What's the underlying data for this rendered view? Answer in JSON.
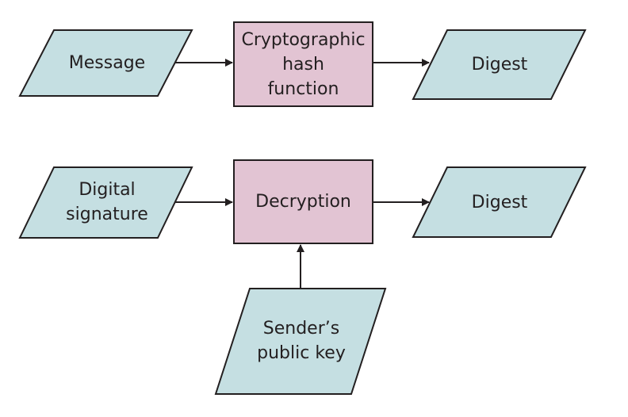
{
  "colors": {
    "io_fill": "#c5dfe2",
    "process_fill": "#e2c4d3",
    "stroke": "#231f20"
  },
  "diagram": {
    "top_row": {
      "message": "Message",
      "hash_function": "Cryptographic\nhash\nfunction",
      "digest": "Digest"
    },
    "bottom_row": {
      "digital_signature": "Digital\nsignature",
      "decryption": "Decryption",
      "digest": "Digest",
      "public_key": "Sender’s\npublic key"
    }
  }
}
